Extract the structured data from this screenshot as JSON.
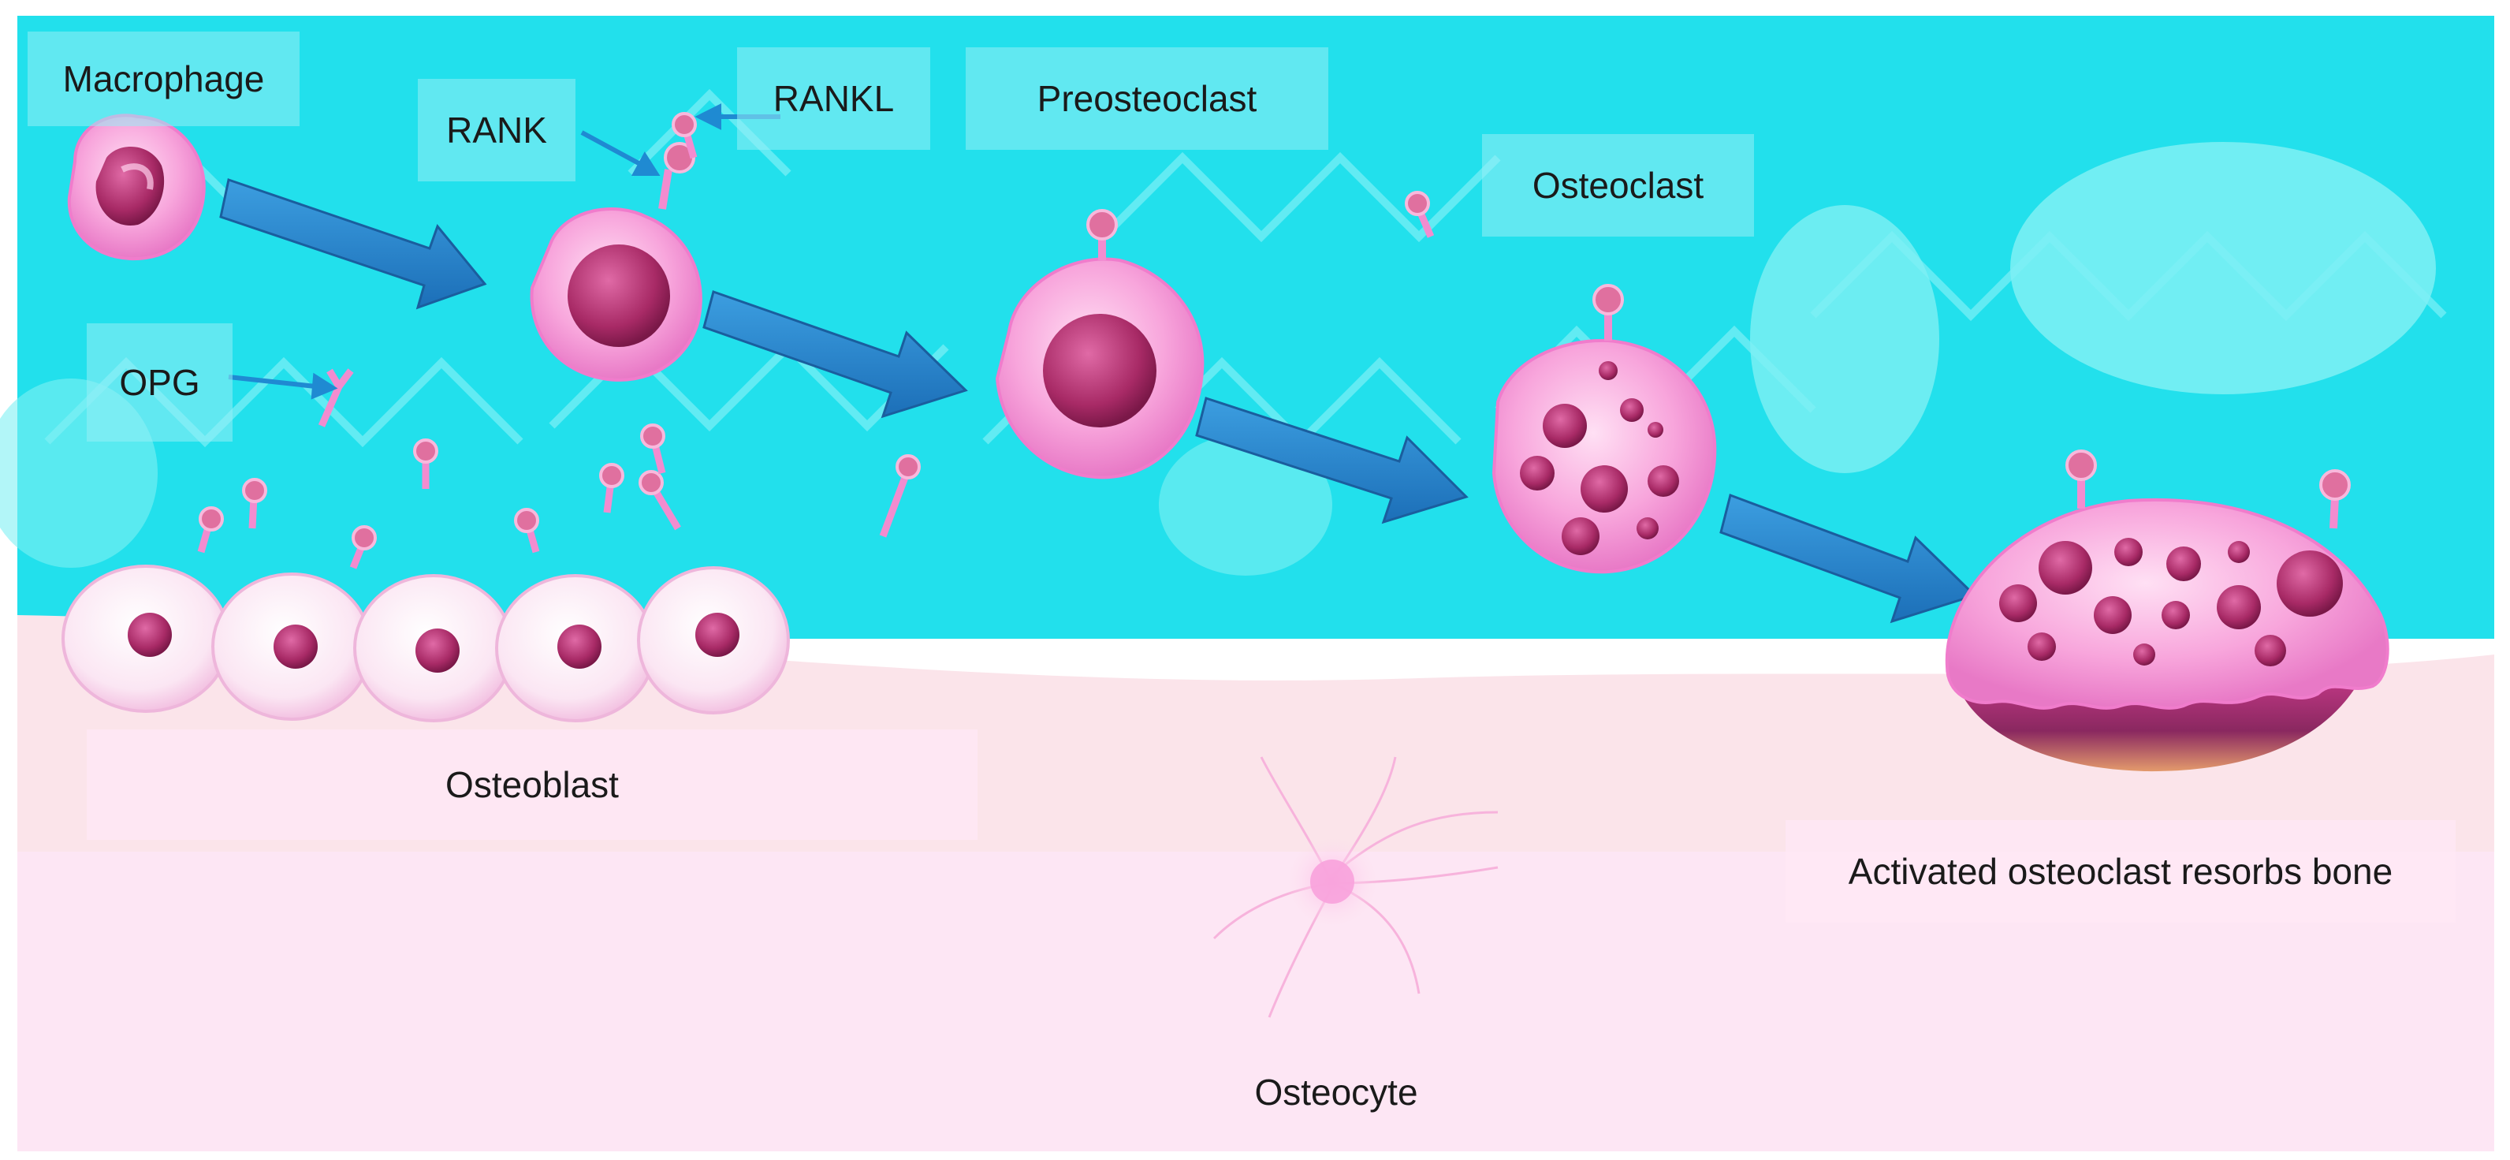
{
  "labels": {
    "macrophage": "Macrophage",
    "rank": "RANK",
    "rankl": "RANKL",
    "preosteoclast": "Preosteoclast",
    "osteoclast": "Osteoclast",
    "opg": "OPG",
    "osteoblast": "Osteoblast",
    "activated": "Activated osteoclast resorbs bone",
    "osteocyte": "Osteocyte"
  },
  "colors": {
    "fluid": "#22e0ec",
    "bone": "#fbe3ee",
    "cell_membrane": "#f59ad6",
    "nucleus": "#b0306e",
    "arrow": "#2a86cf",
    "label_arrow": "#1f8ad2"
  }
}
